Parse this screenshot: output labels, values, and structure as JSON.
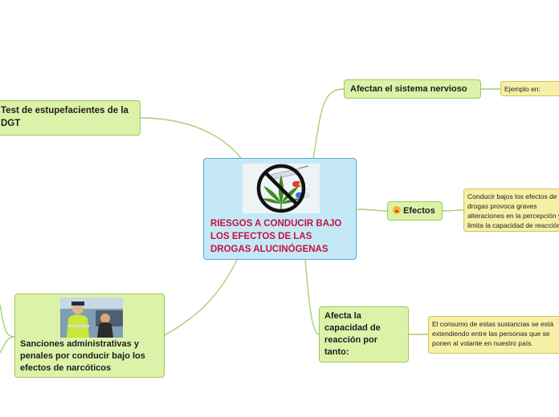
{
  "central": {
    "title": "RIESGOS A CONDUCIR BAJO LOS EFECTOS DE LAS DROGAS ALUCINÓGENAS",
    "image_icon": "no-drugs-sign-icon"
  },
  "topics": {
    "nervous": "Afectan el sistema nervioso",
    "effects": "Efectos",
    "effects_icon": "shocked-face-icon",
    "reaction": "Afecta la capacidad de reacción por tanto:",
    "test": "Test de estupefacientes de la DGT",
    "sanctions": "Sanciones administrativas y penales por conducir bajo los efectos de narcóticos",
    "sanctions_image_icon": "police-checkpoint-photo-icon"
  },
  "notes": {
    "example": "Ejemplo en:",
    "effects_detail": "Conducir bajos los efectos de drogas provoca graves alteraciones en la percepción y limita la capacidad de reacción al volante.",
    "reaction_detail": "El consumo de estas sustancias se está extendiendo entre las personas que se ponen al volante en nuestro país."
  },
  "colors": {
    "central_fill": "#c5e8f7",
    "central_border": "#5aa9d6",
    "central_text": "#c4123e",
    "topic_fill": "#dcf2a9",
    "topic_border": "#9cc95a",
    "note_fill": "#f6f0a6",
    "connector": "#a9cf6c"
  }
}
